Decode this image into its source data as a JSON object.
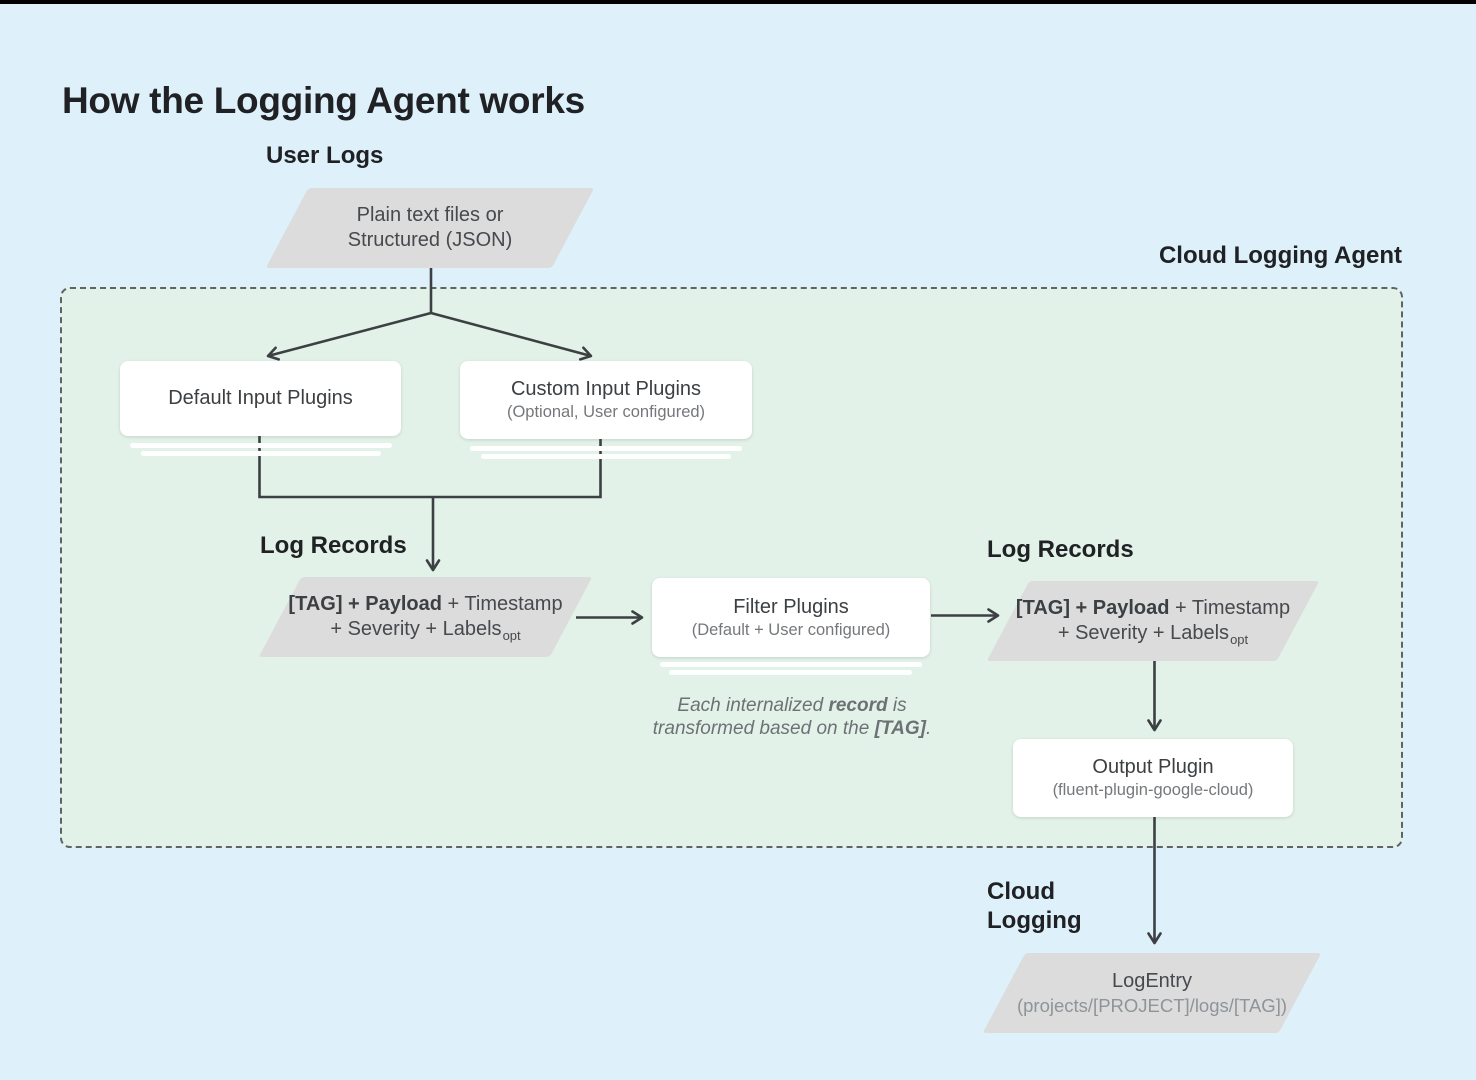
{
  "title": "How the Logging Agent works",
  "labels": {
    "user_logs": "User Logs",
    "cloud_logging_agent": "Cloud Logging Agent",
    "log_records_left": "Log Records",
    "log_records_right": "Log Records",
    "cloud_logging_line1": "Cloud",
    "cloud_logging_line2": "Logging"
  },
  "nodes": {
    "user_log_source": {
      "line1": "Plain text files or",
      "line2": "Structured (JSON)"
    },
    "default_input_plugins": {
      "title": "Default Input Plugins"
    },
    "custom_input_plugins": {
      "title": "Custom Input Plugins",
      "subtitle": "(Optional, User configured)"
    },
    "log_record_left": {
      "bold": "[TAG] + Payload",
      "regular": " + Timestamp",
      "line2": "+ Severity + Labels",
      "subscript": "opt"
    },
    "filter_plugins": {
      "title": "Filter Plugins",
      "subtitle": "(Default + User configured)"
    },
    "log_record_right": {
      "bold": "[TAG] + Payload",
      "regular": " + Timestamp",
      "line2": "+ Severity + Labels",
      "subscript": "opt"
    },
    "output_plugin": {
      "title": "Output Plugin",
      "subtitle": "(fluent-plugin-google-cloud)"
    },
    "log_entry": {
      "title": "LogEntry",
      "subtitle": "(projects/[PROJECT]/logs/[TAG])"
    }
  },
  "note": {
    "part1": "Each internalized ",
    "bold1": "record",
    "part2": " is transformed based on the ",
    "bold2": "[TAG]",
    "part3": "."
  },
  "colors": {
    "background": "#def1fb",
    "agent_box_fill": "#e3f2e8",
    "agent_box_border": "#5f6368",
    "shape_fill": "#dcdcdc",
    "node_fill": "#ffffff",
    "line": "#3c4043",
    "text_dark": "#3c4043",
    "text_gray": "#75787b",
    "heading": "#202124"
  }
}
